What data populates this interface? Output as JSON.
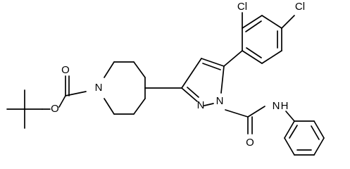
{
  "molecule": {
    "atoms": {
      "O_carbonyl": "O",
      "O_ester": "O",
      "N_piperidine": "N",
      "Cl_ortho": "Cl",
      "Cl_para": "Cl",
      "N_pyrazole_2": "N",
      "N_pyrazole_1": "N",
      "N_amide": "N",
      "H_amide": "H",
      "O_amide": "O"
    }
  }
}
